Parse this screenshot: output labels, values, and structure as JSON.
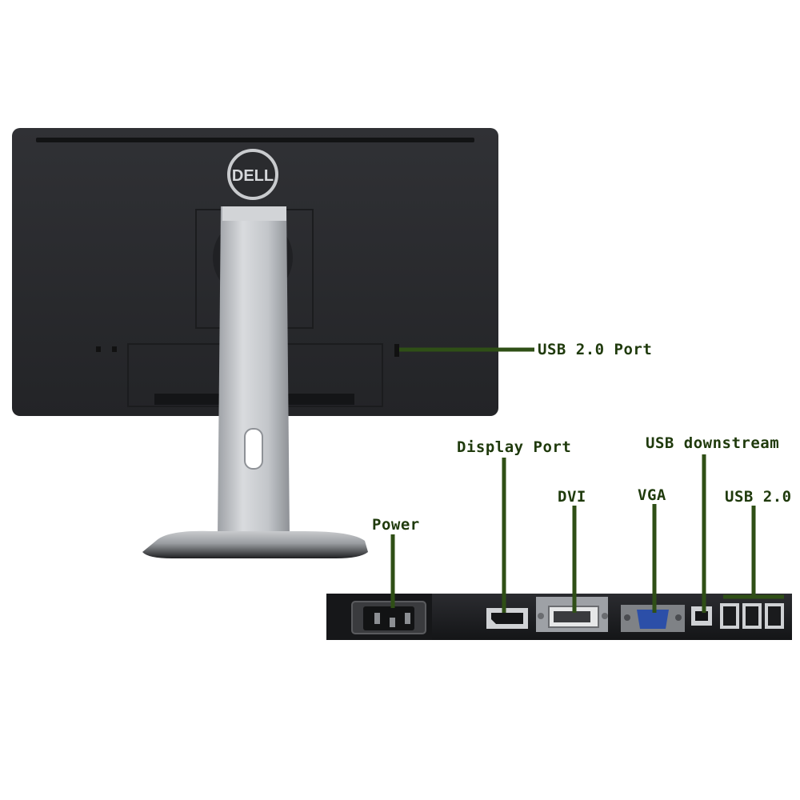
{
  "brand": {
    "logo_text": "DELL"
  },
  "labels": {
    "usb_side": "USB 2.0 Port",
    "display_port": "Display Port",
    "usb_downstream": "USB downstream",
    "dvi": "DVI",
    "vga": "VGA",
    "usb_20": "USB 2.0",
    "power": "Power"
  },
  "colors": {
    "callout": "#2f4f16",
    "label_text": "#1f3a0c",
    "monitor_body": "#2a2b2e",
    "stand": "#b9bcc0",
    "vga_connector": "#2c4fa8"
  }
}
